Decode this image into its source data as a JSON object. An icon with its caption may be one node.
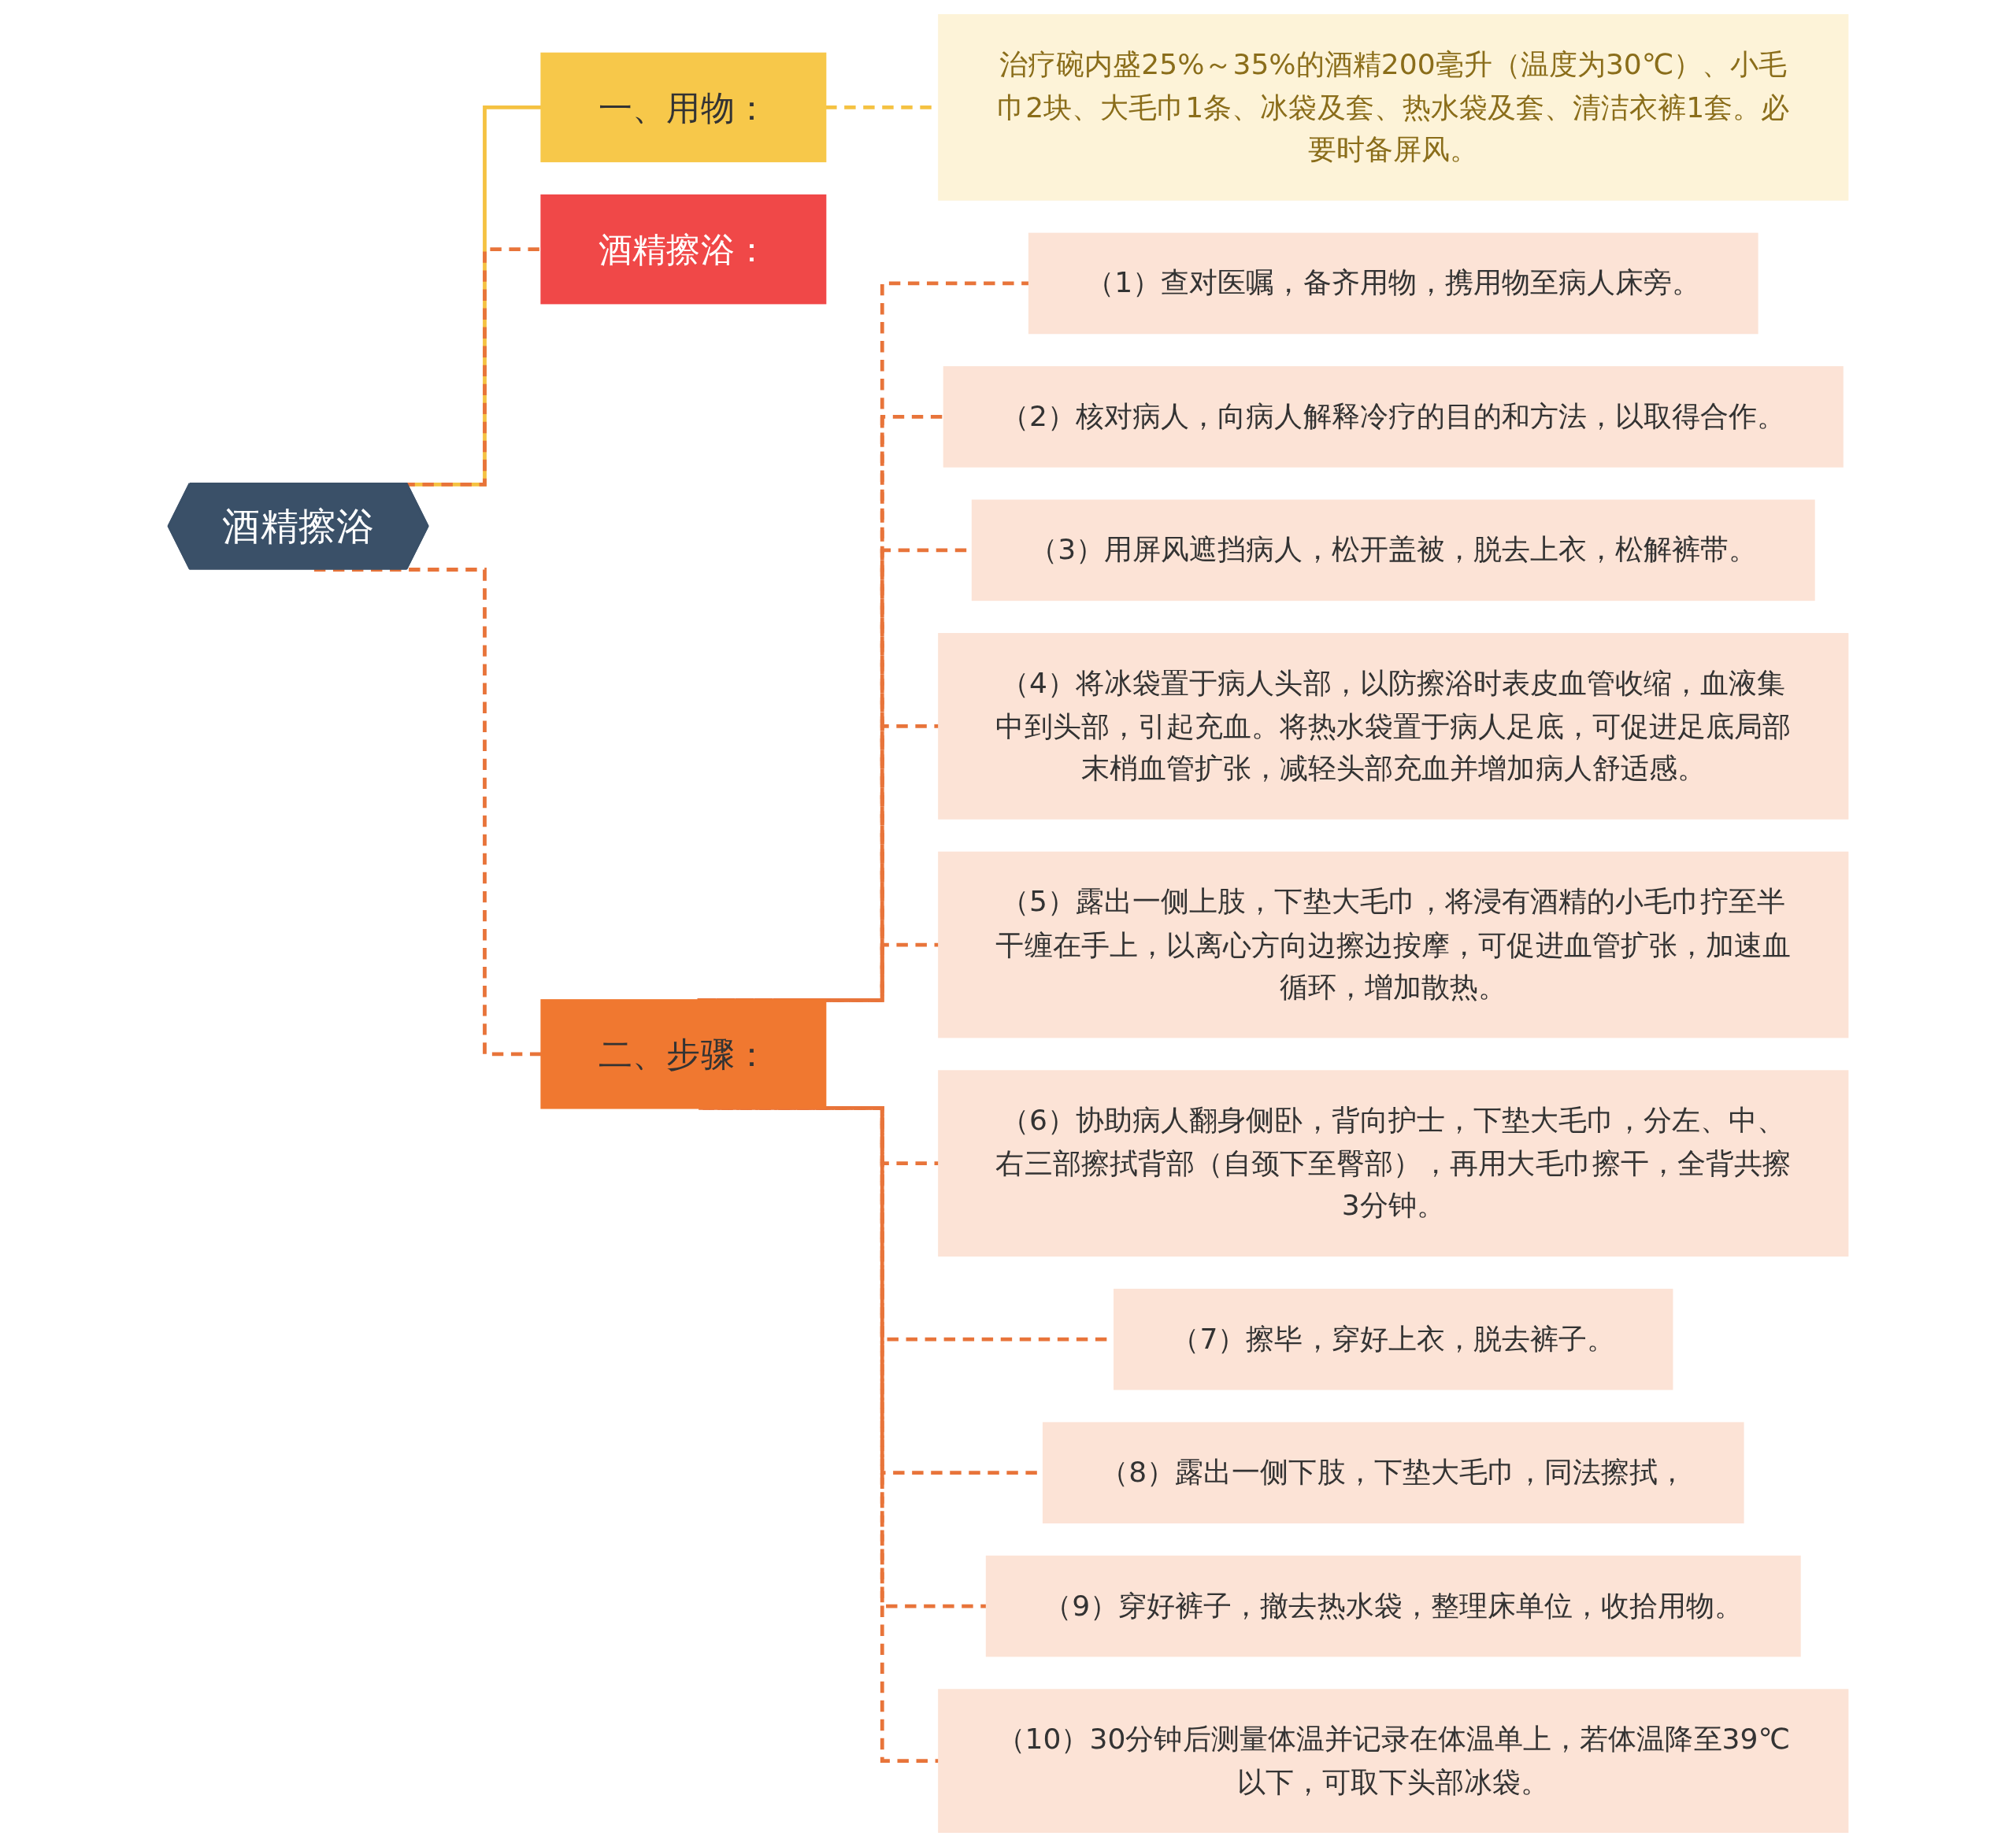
{
  "diagram": {
    "nodes": [
      {
        "text": [
          "酒精擦浴"
        ]
      },
      {
        "text": [
          "一、用物："
        ]
      },
      {
        "text": [
          "治疗碗内盛25%～35%的酒精200毫升（温度为30℃）、小毛巾2块、大毛巾1条、冰袋及套、热水袋及套、清洁衣裤1套。必要时备屏风。"
        ]
      },
      {
        "text": [
          "酒精擦浴："
        ]
      },
      {
        "text": [
          "二、步骤："
        ]
      },
      {
        "text": [
          "（1）查对医嘱，备齐用物，携用物至病人床旁。"
        ]
      },
      {
        "text": [
          "（2）核对病人，向病人解释冷疗的目的和方法，以取得合作。"
        ]
      },
      {
        "text": [
          "（3）用屏风遮挡病人，松开盖被，脱去上衣，松解裤带。"
        ]
      },
      {
        "text": [
          "（4）将冰袋置于病人头部，以防擦浴时表皮血管收缩，血液集中到头部，引起充血。将热水袋置于病人足底，可促进足底局部末梢血管扩张，减轻头部充血并增加病人舒适感。"
        ]
      },
      {
        "text": [
          "（5）露出一侧上肢，下垫大毛巾，将浸有酒精的小毛巾拧至半干缠在手上，以离心方向边擦边按摩，可促进血管扩张，加速血循环，增加散热。"
        ]
      },
      {
        "text": [
          "（6）协助病人翻身侧卧，背向护士，下垫大毛巾，分左、中、右三部擦拭背部（自颈下至臀部），再用大毛巾擦干，全背共擦3分钟。"
        ]
      },
      {
        "text": [
          "（7）擦毕，穿好上衣，脱去裤子。"
        ]
      },
      {
        "text": [
          "（8）露出一侧下肢，下垫大毛巾，同法擦拭，"
        ]
      },
      {
        "text": [
          "（9）穿好裤子，撤去热水袋，整理床单位，收拾用物。"
        ]
      },
      {
        "text": [
          "（10）30分钟后测量体温并记录在体温单上，若体温降至39℃以下，可取下头部冰袋。"
        ]
      }
    ],
    "edges": [
      {
        "from": 0,
        "to": 1,
        "arrow": "none",
        "color": "#f5c242"
      },
      {
        "from": 1,
        "to": 2,
        "arrow": "none",
        "style": "dashed",
        "color": "#f5c242"
      },
      {
        "from": 0,
        "to": 3,
        "arrow": "none",
        "style": "dashed"
      },
      {
        "from": 0,
        "to": 4,
        "arrow": "none",
        "style": "dashed"
      },
      {
        "from": 4,
        "to": 5,
        "arrow": "none",
        "style": "dashed"
      },
      {
        "from": 4,
        "to": 6,
        "arrow": "none",
        "style": "dashed"
      },
      {
        "from": 4,
        "to": 7,
        "arrow": "none",
        "style": "dashed"
      },
      {
        "from": 4,
        "to": 8,
        "arrow": "none",
        "style": "dashed"
      },
      {
        "from": 4,
        "to": 9,
        "arrow": "none",
        "style": "dashed"
      },
      {
        "from": 4,
        "to": 10,
        "arrow": "none",
        "style": "dashed"
      },
      {
        "from": 4,
        "to": 11,
        "arrow": "none",
        "style": "dashed"
      },
      {
        "from": 4,
        "to": 12,
        "arrow": "none",
        "style": "dashed"
      },
      {
        "from": 4,
        "to": 13,
        "arrow": "none",
        "style": "dashed"
      },
      {
        "from": 4,
        "to": 14,
        "arrow": "none",
        "style": "dashed"
      }
    ]
  }
}
